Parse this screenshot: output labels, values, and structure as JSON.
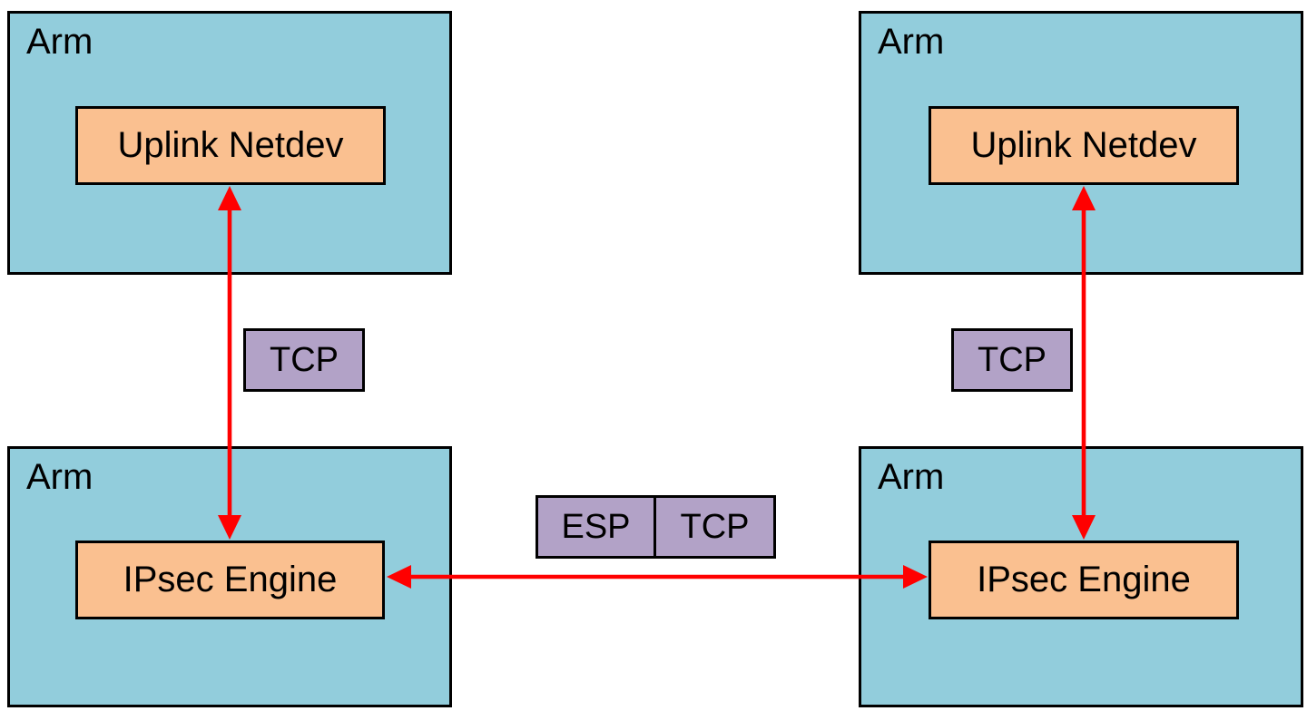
{
  "hosts": {
    "top_left": {
      "label": "Arm",
      "component": "Uplink Netdev"
    },
    "top_right": {
      "label": "Arm",
      "component": "Uplink Netdev"
    },
    "bottom_left": {
      "label": "Arm",
      "component": "IPsec Engine"
    },
    "bottom_right": {
      "label": "Arm",
      "component": "IPsec Engine"
    }
  },
  "protocols": {
    "left_link": "TCP",
    "right_link": "TCP",
    "tunnel_esp": "ESP",
    "tunnel_tcp": "TCP"
  },
  "colors": {
    "host_fill": "#92CDDC",
    "component_fill": "#FAC090",
    "protocol_fill": "#B2A2C7",
    "arrow": "#FF0000",
    "border": "#000000",
    "background": "#FFFFFF"
  }
}
